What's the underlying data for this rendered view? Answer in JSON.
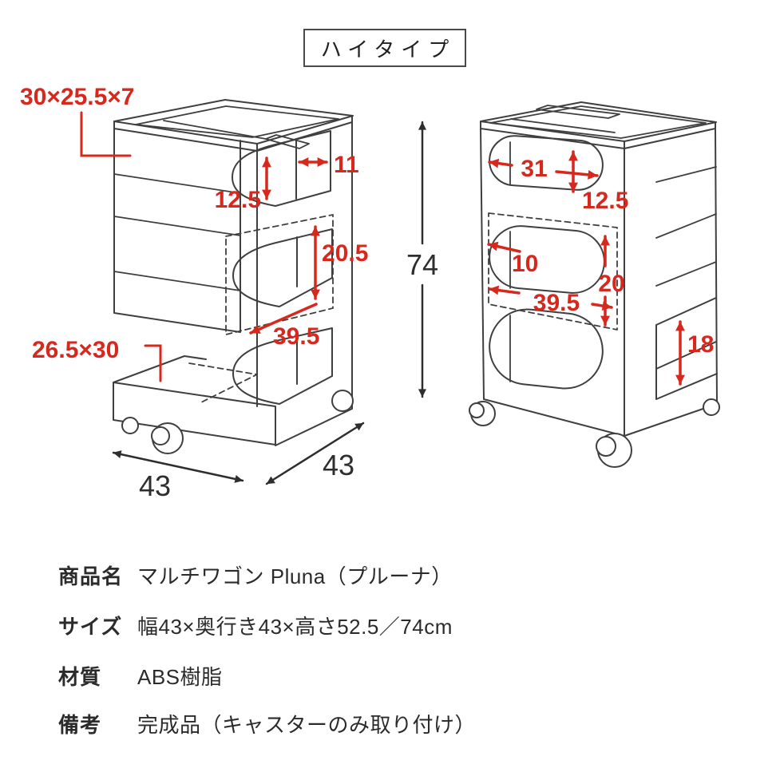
{
  "title": "ハイタイプ",
  "colors": {
    "accent_red": "#d7281e",
    "line": "#3f3f3f",
    "text": "#2b2b2b"
  },
  "diagram": {
    "height_overall": "74",
    "left_view": {
      "drawer_size_label": "30×25.5×7",
      "opening_height": "12.5",
      "shelf_gap": "11",
      "middle_opening_height": "20.5",
      "inner_depth": "39.5",
      "bottom_tray_label": "26.5×30",
      "front_width": "43",
      "side_depth": "43"
    },
    "front_view": {
      "opening_width": "31",
      "opening_height": "12.5",
      "side_offset": "10",
      "middle_opening_height": "20",
      "inner_width": "39.5",
      "side_tray_height": "18"
    }
  },
  "spec_table": {
    "rows": [
      {
        "label": "商品名",
        "value": "マルチワゴン Pluna（プルーナ）"
      },
      {
        "label": "サイズ",
        "value": "幅43×奥行き43×高さ52.5／74cm"
      },
      {
        "label": "材質",
        "value": "ABS樹脂"
      },
      {
        "label": "備考",
        "value": "完成品（キャスターのみ取り付け）"
      }
    ]
  }
}
